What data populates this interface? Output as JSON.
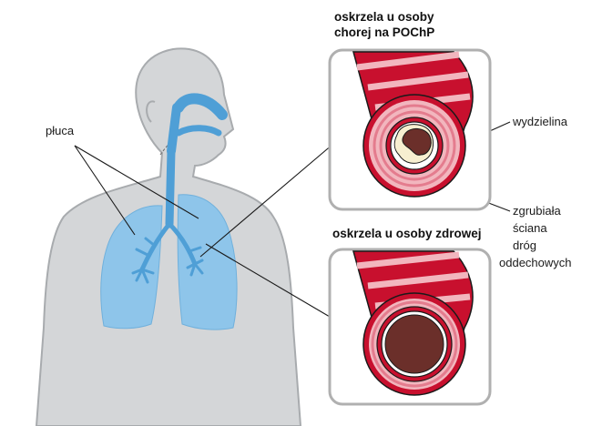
{
  "labels": {
    "lungs": "płuca",
    "copd_title_line1": "oskrzela u osoby",
    "copd_title_line2": "chorej na POChP",
    "healthy_title": "oskrzela u osoby zdrowej",
    "mucus": "wydzielina",
    "wall_line1": "zgrubiała",
    "wall_line2": "ściana",
    "wall_line3": "dróg",
    "wall_line4": "oddechowych"
  },
  "colors": {
    "body": "#d4d6d8",
    "body_outline": "#a8abae",
    "airway": "#4f9fd6",
    "lung": "#8ec5ea",
    "bronchus_outer": "#c8102e",
    "bronchus_ring_light": "#f2b6be",
    "bronchus_ring_pink": "#e47c8e",
    "lumen": "#6b2f2a",
    "mucus": "#f7efd0",
    "panel_border": "#b0b0b0"
  }
}
